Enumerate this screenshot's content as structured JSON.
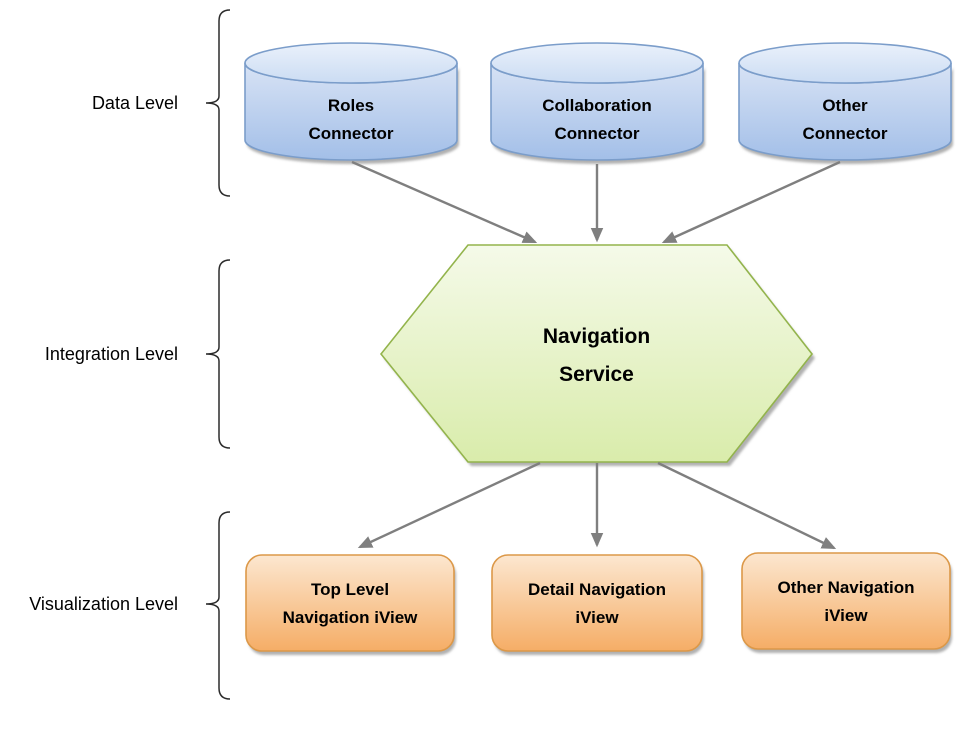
{
  "diagram": {
    "levels": [
      {
        "label": "Data Level"
      },
      {
        "label": "Integration Level"
      },
      {
        "label": "Visualization Level"
      }
    ],
    "nodes": {
      "data": [
        {
          "label": "Roles\nConnector"
        },
        {
          "label": "Collaboration\nConnector"
        },
        {
          "label": "Other\nConnector"
        }
      ],
      "integration": {
        "label": "Navigation\nService"
      },
      "visualization": [
        {
          "label": "Top Level\nNavigation iView"
        },
        {
          "label": "Detail Navigation\niView"
        },
        {
          "label": "Other Navigation\niView"
        }
      ]
    },
    "colors": {
      "cylinder_cap_top": "#eaf1fb",
      "cylinder_cap_bottom": "#cbdcf3",
      "cylinder_body_top": "#d8e3f5",
      "cylinder_body_bottom": "#a3bfe8",
      "cylinder_border": "#7b9dca",
      "hexagon_top": "#f5fae9",
      "hexagon_bottom": "#d9ecab",
      "hexagon_border": "#93b44c",
      "box_top": "#fce7d0",
      "box_bottom": "#f5ad66",
      "box_border": "#dc9848",
      "arrow": "#7f7f7f",
      "shadow": "#b0b0b0",
      "bracket": "#2b2b2b",
      "text": "#000000"
    }
  }
}
